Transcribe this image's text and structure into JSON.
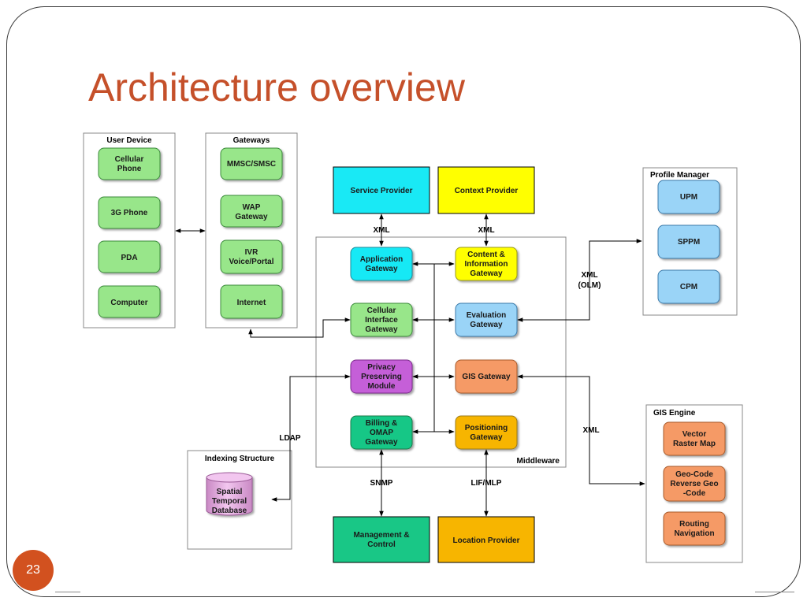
{
  "slide": {
    "title": "Architecture overview",
    "page_number": "23"
  },
  "groups": {
    "user_device": "User Device",
    "gateways": "Gateways",
    "profile_manager": "Profile Manager",
    "middleware": "Middleware",
    "gis_engine": "GIS Engine",
    "indexing_structure": "Indexing Structure"
  },
  "nodes": {
    "cellular_phone": [
      "Cellular",
      "Phone"
    ],
    "phone_3g": [
      "3G Phone"
    ],
    "pda": [
      "PDA"
    ],
    "computer": [
      "Computer"
    ],
    "mmsc_smsc": [
      "MMSC/SMSC"
    ],
    "wap_gateway": [
      "WAP",
      "Gateway"
    ],
    "ivr_voice_portal": [
      "IVR",
      "Voice/Portal"
    ],
    "internet": [
      "Internet"
    ],
    "service_provider": [
      "Service Provider"
    ],
    "context_provider": [
      "Context Provider"
    ],
    "upm": [
      "UPM"
    ],
    "sppm": [
      "SPPM"
    ],
    "cpm": [
      "CPM"
    ],
    "application_gateway": [
      "Application",
      "Gateway"
    ],
    "content_information_gateway": [
      "Content &",
      "Information",
      "Gateway"
    ],
    "cellular_interface_gateway": [
      "Cellular",
      "Interface",
      "Gateway"
    ],
    "evaluation_gateway": [
      "Evaluation",
      "Gateway"
    ],
    "privacy_preserving_module": [
      "Privacy",
      "Preserving",
      "Module"
    ],
    "gis_gateway": [
      "GIS Gateway"
    ],
    "billing_omap_gateway": [
      "Billing &",
      "OMAP",
      "Gateway"
    ],
    "positioning_gateway": [
      "Positioning",
      "Gateway"
    ],
    "vector_raster_map": [
      "Vector",
      "Raster Map"
    ],
    "geo_code": [
      "Geo-Code",
      "Reverse Geo",
      "-Code"
    ],
    "routing_navigation": [
      "Routing",
      "Navigation"
    ],
    "spatial_temporal_database": [
      "Spatial",
      "Temporal",
      "Database"
    ],
    "management_control": [
      "Management &",
      "Control"
    ],
    "location_provider": [
      "Location Provider"
    ]
  },
  "edge_labels": {
    "xml_service": "XML",
    "xml_context": "XML",
    "xml_olm": [
      "XML",
      "(OLM)"
    ],
    "xml_gis": "XML",
    "ldap": "LDAP",
    "snmp": "SNMP",
    "lif_mlp": "LIF/MLP"
  },
  "colors": {
    "title": "#c5502a",
    "green": "#98e68a",
    "blue_light": "#9ad4f7",
    "cyan": "#19e9f5",
    "yellow": "#ffff00",
    "purple": "#c55fd8",
    "orange": "#f59a66",
    "amber": "#f7b500",
    "teal": "#19c786",
    "pink_db": "#e7a3e0",
    "badge": "#d2511f"
  },
  "icons": {
    "database": "cylinder-database-icon"
  }
}
